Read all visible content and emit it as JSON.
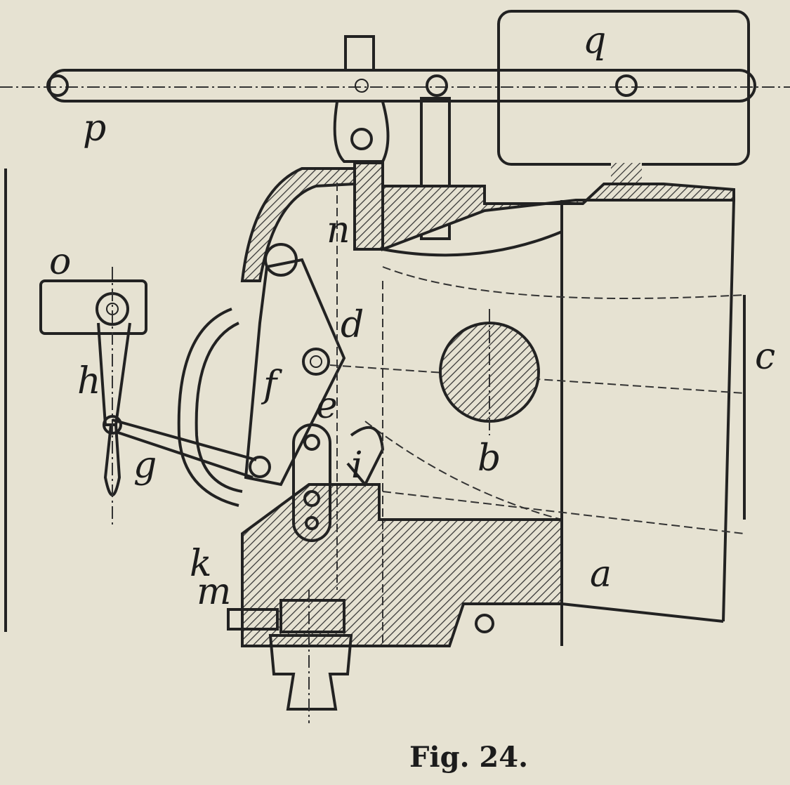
{
  "figure": {
    "caption": "Fig. 24.",
    "labels": {
      "q": "q",
      "p": "p",
      "o": "o",
      "n": "n",
      "d": "d",
      "f": "f",
      "e": "e",
      "h": "h",
      "g": "g",
      "i": "i",
      "k": "k",
      "m": "m",
      "b": "b",
      "c": "c",
      "a": "a"
    }
  },
  "colors": {
    "paper": "#e6e2d2",
    "ink": "#222222"
  }
}
